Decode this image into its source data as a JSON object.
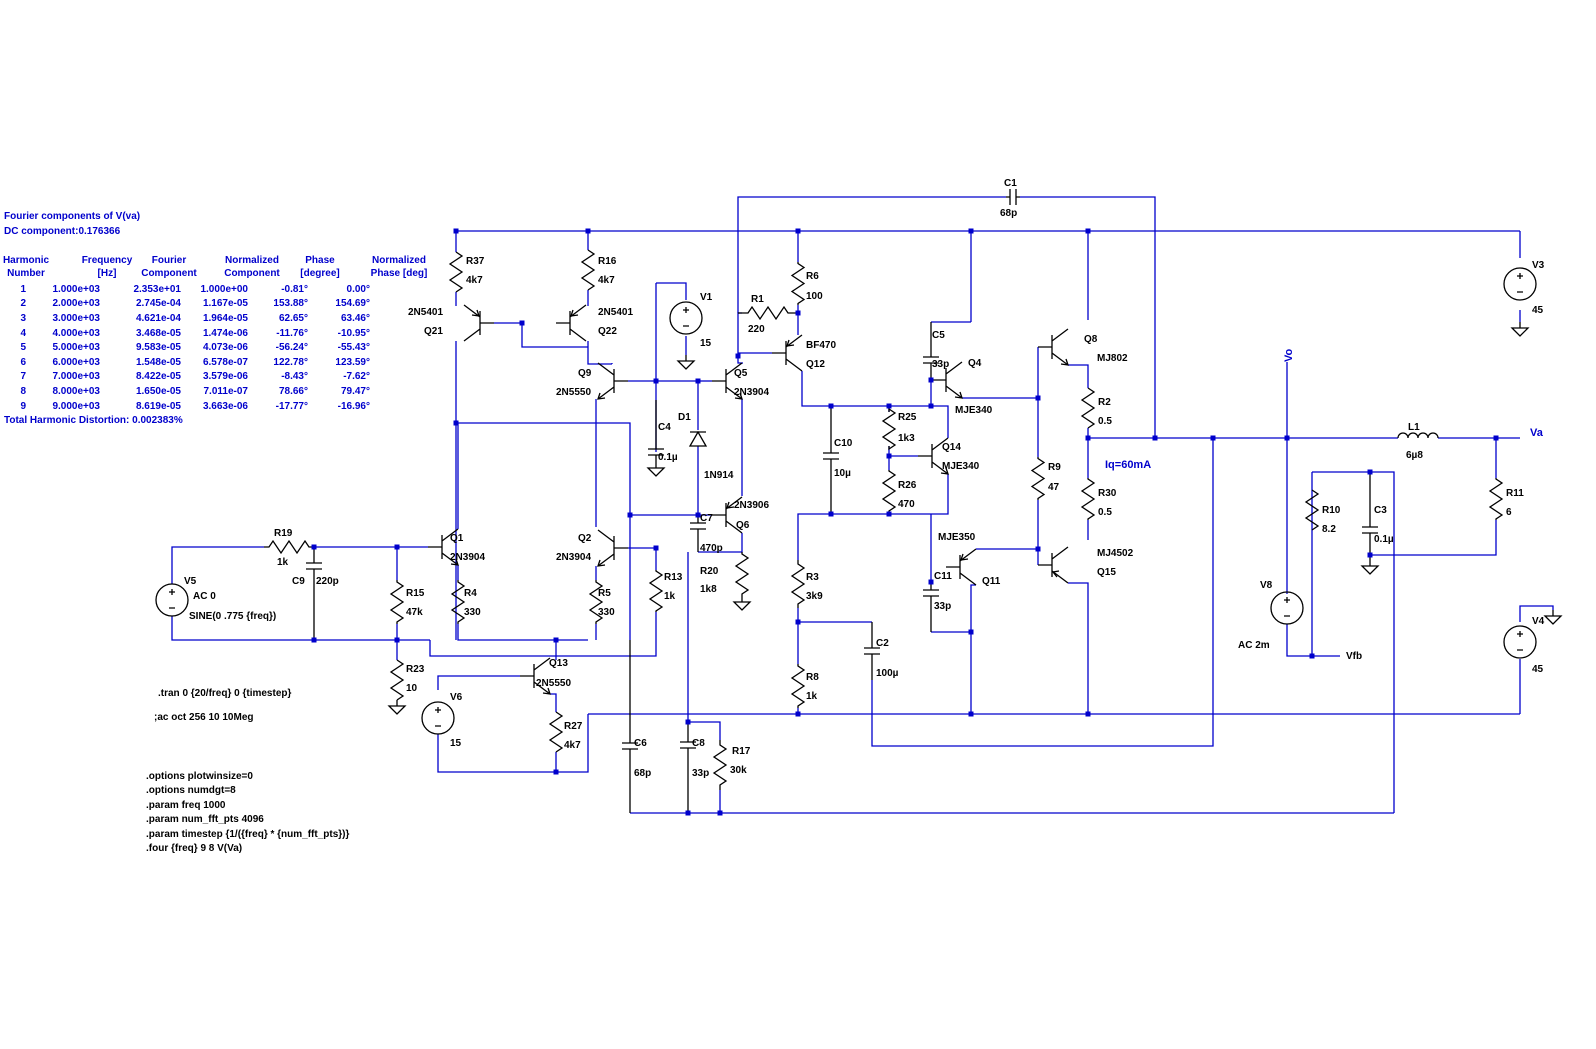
{
  "fourier": {
    "title": "Fourier components of V(va)",
    "dc": "DC component:0.176366",
    "headers": [
      [
        "Harmonic",
        "Number"
      ],
      [
        "Frequency",
        "[Hz]"
      ],
      [
        "Fourier",
        "Component"
      ],
      [
        "Normalized",
        "Component"
      ],
      [
        "Phase",
        "[degree]"
      ],
      [
        "Normalized",
        "Phase [deg]"
      ]
    ],
    "rows": [
      [
        "1",
        "1.000e+03",
        "2.353e+01",
        "1.000e+00",
        "-0.81°",
        "0.00°"
      ],
      [
        "2",
        "2.000e+03",
        "2.745e-04",
        "1.167e-05",
        "153.88°",
        "154.69°"
      ],
      [
        "3",
        "3.000e+03",
        "4.621e-04",
        "1.964e-05",
        "62.65°",
        "63.46°"
      ],
      [
        "4",
        "4.000e+03",
        "3.468e-05",
        "1.474e-06",
        "-11.76°",
        "-10.95°"
      ],
      [
        "5",
        "5.000e+03",
        "9.583e-05",
        "4.073e-06",
        "-56.24°",
        "-55.43°"
      ],
      [
        "6",
        "6.000e+03",
        "1.548e-05",
        "6.578e-07",
        "122.78°",
        "123.59°"
      ],
      [
        "7",
        "7.000e+03",
        "8.422e-05",
        "3.579e-06",
        "-8.43°",
        "-7.62°"
      ],
      [
        "8",
        "8.000e+03",
        "1.650e-05",
        "7.011e-07",
        "78.66°",
        "79.47°"
      ],
      [
        "9",
        "9.000e+03",
        "8.619e-05",
        "3.663e-06",
        "-17.77°",
        "-16.96°"
      ]
    ],
    "thd": "Total Harmonic Distortion: 0.002383%"
  },
  "directives": {
    "tran": ".tran 0 {20/freq} 0 {timestep}",
    "ac": ";ac oct 256 10 10Meg",
    "options": [
      ".options plotwinsize=0",
      ".options numdgt=8",
      ".param freq 1000",
      ".param num_fft_pts 4096",
      ".param timestep {1/({freq} * {num_fft_pts})}",
      ".four {freq} 9 8 V(Va)"
    ]
  },
  "labels": {
    "C1": "C1",
    "C1v": "68p",
    "R37": "R37",
    "R37v": "4k7",
    "R16": "R16",
    "R16v": "4k7",
    "Q21": "Q21",
    "Q21t": "2N5401",
    "Q22": "Q22",
    "Q22t": "2N5401",
    "V1": "V1",
    "V1v": "15",
    "R1": "R1",
    "R1v": "220",
    "R6": "R6",
    "R6v": "100",
    "Q12": "Q12",
    "Q12t": "BF470",
    "Q9": "Q9",
    "Q9t": "2N5550",
    "Q5": "Q5",
    "Q5t": "2N3904",
    "C4": "C4",
    "C4v": "0.1µ",
    "D1": "D1",
    "D1t": "1N914",
    "Q6": "Q6",
    "Q6t": "2N3906",
    "C7": "C7",
    "C7v": "470p",
    "R20": "R20",
    "R20v": "1k8",
    "C5": "C5",
    "C5v": "33p",
    "Q4": "Q4",
    "Q4t": "MJE340",
    "R25": "R25",
    "R25v": "1k3",
    "Q14": "Q14",
    "Q14t": "MJE340",
    "R26": "R26",
    "R26v": "470",
    "C10": "C10",
    "C10v": "10µ",
    "Q11": "Q11",
    "Q11t": "MJE350",
    "C11": "C11",
    "C11v": "33p",
    "R3": "R3",
    "R3v": "3k9",
    "C2": "C2",
    "C2v": "100µ",
    "R8": "R8",
    "R8v": "1k",
    "R9": "R9",
    "R9v": "47",
    "Q8": "Q8",
    "Q8t": "MJ802",
    "R2": "R2",
    "R2v": "0.5",
    "R30": "R30",
    "R30v": "0.5",
    "Q15": "Q15",
    "Q15t": "MJ4502",
    "iq": "Iq=60mA",
    "V3": "V3",
    "V3v": "45",
    "V4": "V4",
    "V4v": "45",
    "Vo": "Vo",
    "L1": "L1",
    "L1v": "6µ8",
    "Va": "Va",
    "R11": "R11",
    "R11v": "6",
    "R10": "R10",
    "R10v": "8.2",
    "C3": "C3",
    "C3v": "0.1µ",
    "V8": "V8",
    "V8v": "AC 2m",
    "Vfb": "Vfb",
    "R19": "R19",
    "R19v": "1k",
    "C9": "C9",
    "C9v": "220p",
    "V5": "V5",
    "V5ac": "AC 0",
    "V5sine": "SINE(0 .775 {freq})",
    "Q1": "Q1",
    "Q1t": "2N3904",
    "Q2": "Q2",
    "Q2t": "2N3904",
    "R15": "R15",
    "R15v": "47k",
    "R4": "R4",
    "R4v": "330",
    "R5": "R5",
    "R5v": "330",
    "R13": "R13",
    "R13v": "1k",
    "R23": "R23",
    "R23v": "10",
    "Q13": "Q13",
    "Q13t": "2N5550",
    "V6": "V6",
    "V6v": "15",
    "R27": "R27",
    "R27v": "4k7",
    "C6": "C6",
    "C6v": "68p",
    "C8": "C8",
    "C8v": "33p",
    "R17": "R17",
    "R17v": "30k"
  },
  "colors": {
    "wire": "#0000cc",
    "component": "#000000",
    "text": "#000000",
    "netlabel": "#0000cc"
  }
}
